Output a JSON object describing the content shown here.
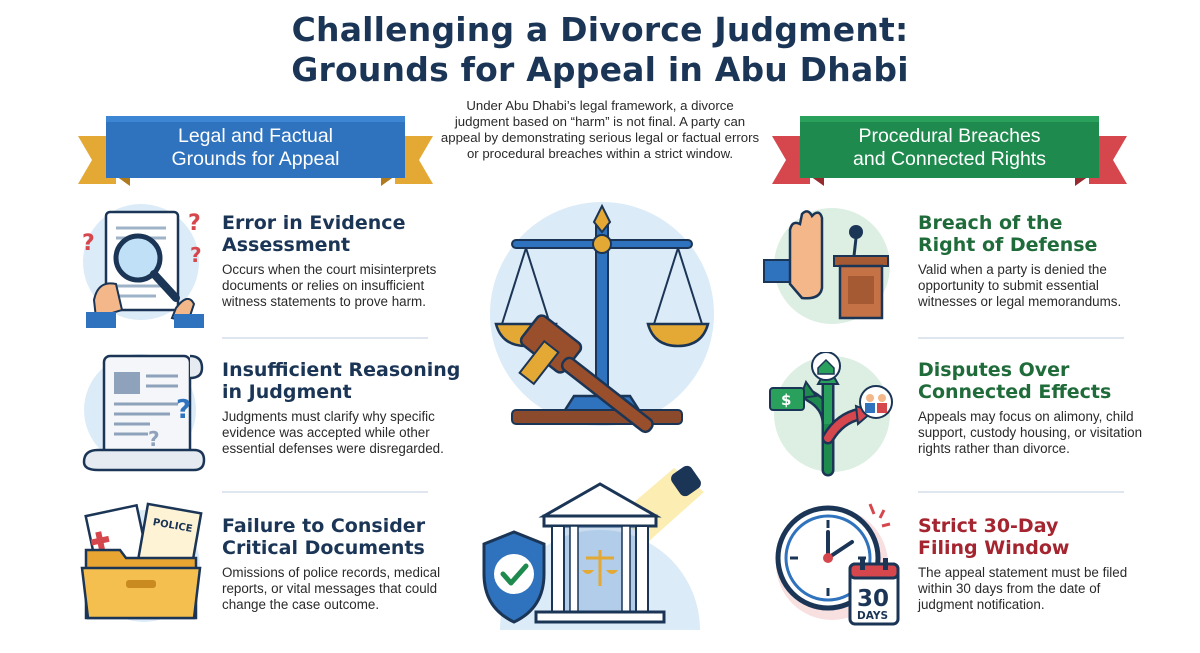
{
  "title": {
    "line1": "Challenging a Divorce Judgment:",
    "line2": "Grounds for Appeal in Abu Dhabi"
  },
  "intro": "Under Abu Dhabi’s legal framework, a divorce judgment based on “harm” is not final. A party can appeal by demonstrating serious legal or factual errors or procedural breaches within a strict window.",
  "left_banner": {
    "label": "Legal and Factual\nGrounds for Appeal",
    "color": "#2f72bd"
  },
  "right_banner": {
    "label": "Procedural Breaches\nand Connected Rights",
    "color": "#1f8a4e"
  },
  "left_items": [
    {
      "title": "Error in Evidence\nAssessment",
      "desc": "Occurs when the court misinterprets documents or relies on insufficient witness statements to prove harm.",
      "icon": "magnifier-document-icon"
    },
    {
      "title": "Insufficient Reasoning\nin Judgment",
      "desc": "Judgments must clarify why specific evidence was accepted while other essential defenses were disregarded.",
      "icon": "scroll-question-icon"
    },
    {
      "title": "Failure to Consider\nCritical Documents",
      "desc": "Omissions of police records, medical reports, or vital messages that could change the case outcome.",
      "icon": "folder-documents-icon"
    }
  ],
  "right_items": [
    {
      "title": "Breach of the\nRight of Defense",
      "desc": "Valid when a party is denied the opportunity to submit essential witnesses or legal memorandums.",
      "icon": "stop-hand-podium-icon"
    },
    {
      "title": "Disputes Over\nConnected Effects",
      "desc": "Appeals may focus on alimony, child support, custody housing, or visitation rights rather than divorce.",
      "icon": "branching-arrows-icon"
    },
    {
      "title": "Strict 30-Day\nFiling Window",
      "desc": "The appeal statement must be filed within 30 days from the date of judgment notification.",
      "icon": "clock-calendar-icon"
    }
  ],
  "icon_text": {
    "police": "POLICE",
    "calendar_number": "30",
    "calendar_unit": "DAYS",
    "dollar": "$"
  },
  "center_icons": [
    "scales-gavel-icon",
    "courthouse-shield-icon"
  ]
}
